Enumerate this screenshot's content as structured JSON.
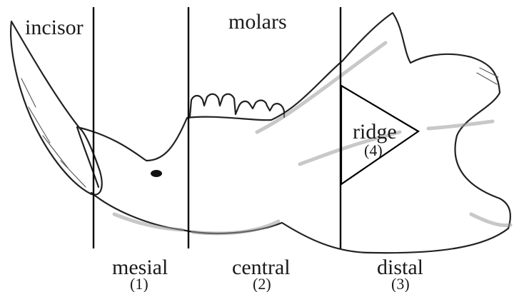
{
  "labels": {
    "incisor": "incisor",
    "molars": "molars",
    "ridge": "ridge",
    "ridge_num": "(4)",
    "mesial": "mesial",
    "mesial_num": "(1)",
    "central": "central",
    "central_num": "(2)",
    "distal": "distal",
    "distal_num": "(3)"
  }
}
